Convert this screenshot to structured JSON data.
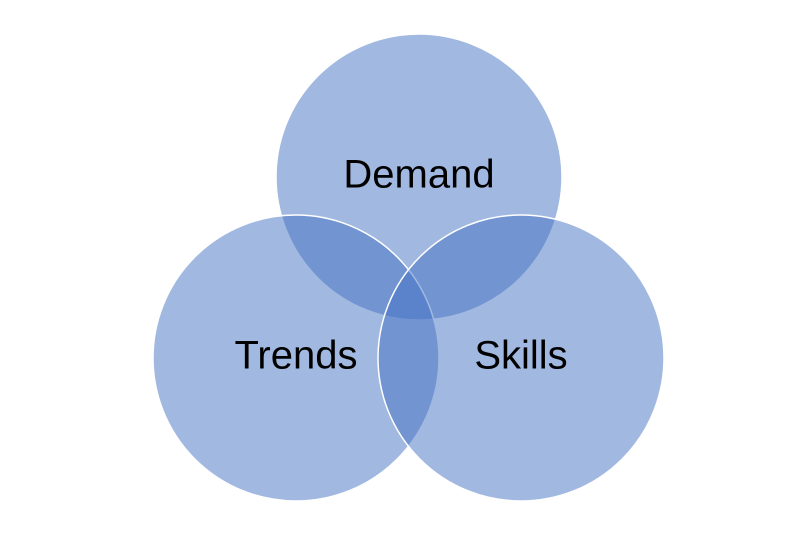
{
  "diagram": {
    "colors": {
      "circle_fill": "#4472C4",
      "circle_stroke": "#ffffff",
      "background": "#ffffff"
    },
    "circles": [
      {
        "id": "demand",
        "label": "Demand"
      },
      {
        "id": "trends",
        "label": "Trends"
      },
      {
        "id": "skills",
        "label": "Skills"
      }
    ]
  }
}
